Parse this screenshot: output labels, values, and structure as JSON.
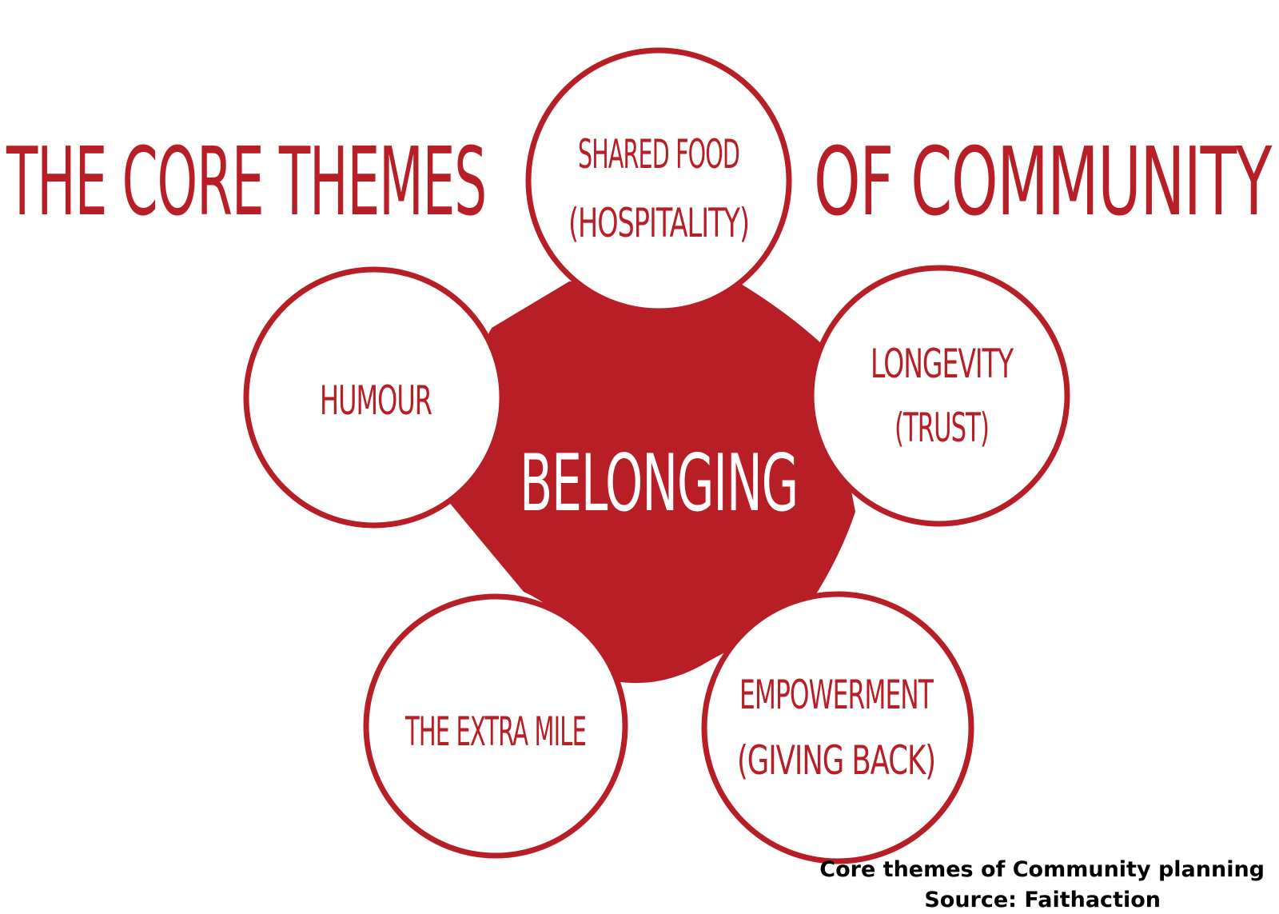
{
  "title": {
    "left": "THE CORE THEMES",
    "right": "OF COMMUNITY"
  },
  "center": {
    "label": "BELONGING"
  },
  "nodes": [
    {
      "id": "shared-food",
      "lines": [
        "SHARED FOOD",
        "(HOSPITALITY)"
      ]
    },
    {
      "id": "longevity",
      "lines": [
        "LONGEVITY",
        "(TRUST)"
      ]
    },
    {
      "id": "empowerment",
      "lines": [
        "EMPOWERMENT",
        "(GIVING BACK)"
      ]
    },
    {
      "id": "extra-mile",
      "lines": [
        "THE EXTRA MILE"
      ]
    },
    {
      "id": "humour",
      "lines": [
        "HUMOUR"
      ]
    }
  ],
  "caption": {
    "line1": "Core themes of Community planning",
    "line2": "Source: Faithaction"
  },
  "colors": {
    "accent": "#B81E25",
    "background": "#FFFFFF",
    "center_text": "#FFFFFF",
    "caption": "#000000"
  }
}
